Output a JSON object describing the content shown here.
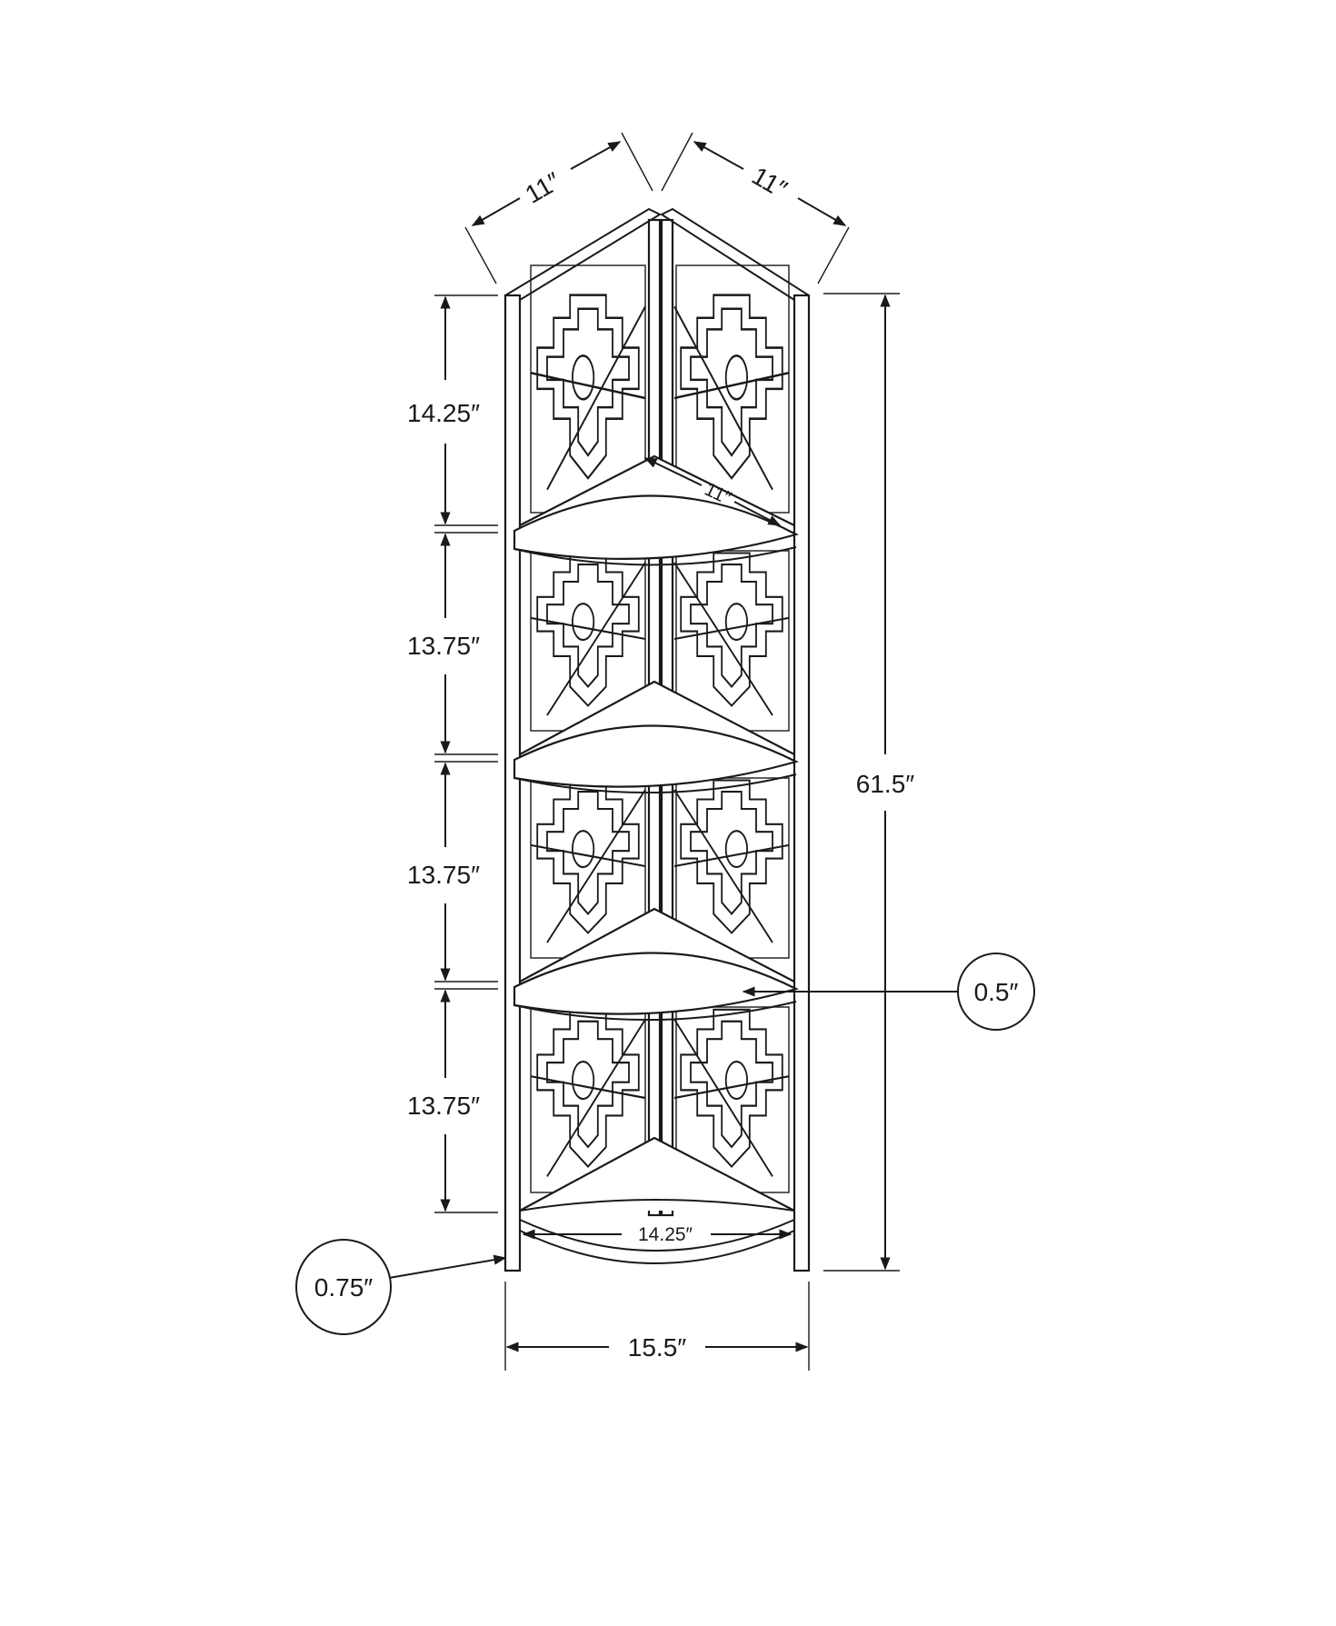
{
  "diagram": {
    "top_left_width": "11″",
    "top_right_width": "11″",
    "shelf_depth": "11″",
    "shelf_spacings": [
      "14.25″",
      "13.75″",
      "13.75″",
      "13.75″"
    ],
    "total_height": "61.5″",
    "shelf_thickness": "0.5″",
    "leg_thickness": "0.75″",
    "bottom_shelf_width": "14.25″",
    "overall_width": "15.5″"
  }
}
